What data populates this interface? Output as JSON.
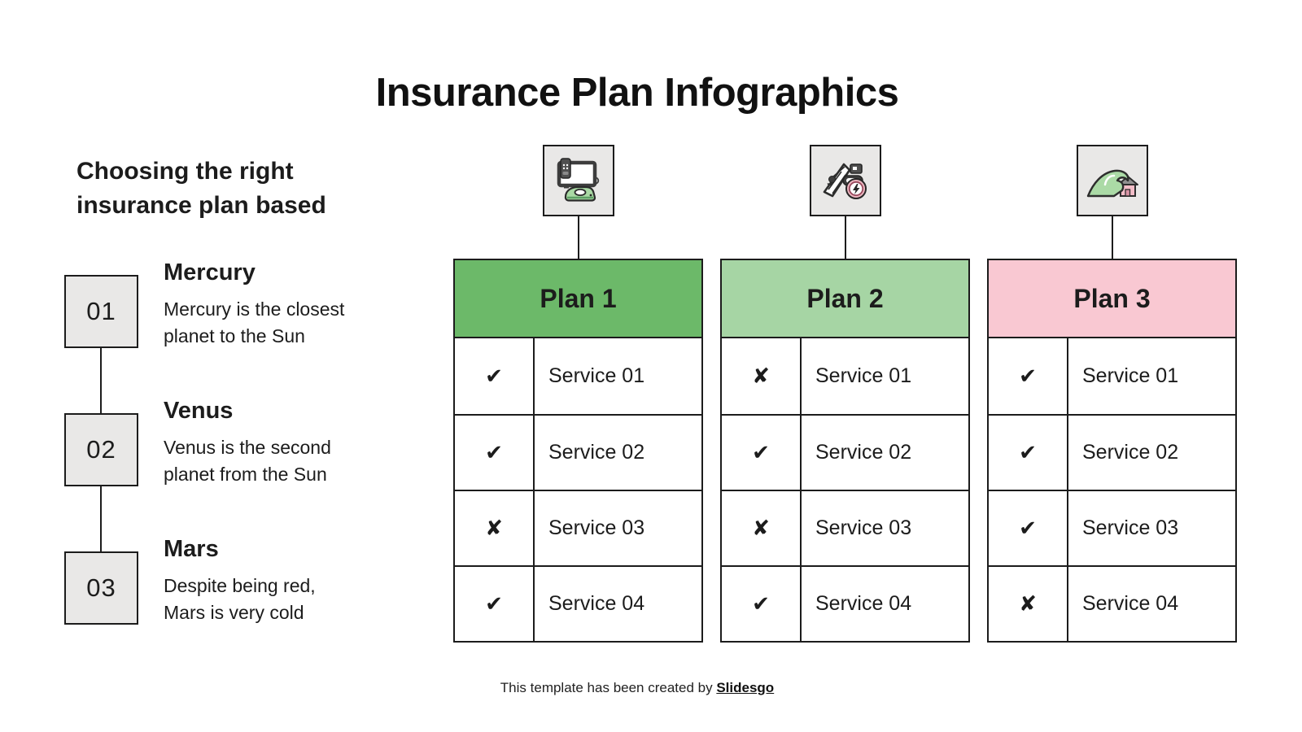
{
  "slide": {
    "title": "Insurance Plan Infographics",
    "intro": "Choosing the right\ninsurance plan based",
    "footer_text": "This template has been created by ",
    "footer_brand": "Slidesgo"
  },
  "timeline": {
    "items": [
      {
        "number": "01",
        "title": "Mercury",
        "description": "Mercury is the closest\nplanet to the Sun"
      },
      {
        "number": "02",
        "title": "Venus",
        "description": "Venus is the second\nplanet from the Sun"
      },
      {
        "number": "03",
        "title": "Mars",
        "description": "Despite being red,\nMars is very cold"
      }
    ]
  },
  "plans": [
    {
      "name": "Plan 1",
      "icon": "home-appliances-icon",
      "header_color": "#6cb969",
      "services": [
        {
          "label": "Service 01",
          "included": true,
          "mark": "✔"
        },
        {
          "label": "Service 02",
          "included": true,
          "mark": "✔"
        },
        {
          "label": "Service 03",
          "included": false,
          "mark": "✘"
        },
        {
          "label": "Service 04",
          "included": true,
          "mark": "✔"
        }
      ]
    },
    {
      "name": "Plan 2",
      "icon": "crane-power-gauge-icon",
      "header_color": "#a6d5a4",
      "services": [
        {
          "label": "Service 01",
          "included": false,
          "mark": "✘"
        },
        {
          "label": "Service 02",
          "included": true,
          "mark": "✔"
        },
        {
          "label": "Service 03",
          "included": false,
          "mark": "✘"
        },
        {
          "label": "Service 04",
          "included": true,
          "mark": "✔"
        }
      ]
    },
    {
      "name": "Plan 3",
      "icon": "flood-wave-house-icon",
      "header_color": "#f9c8d2",
      "services": [
        {
          "label": "Service 01",
          "included": true,
          "mark": "✔"
        },
        {
          "label": "Service 02",
          "included": true,
          "mark": "✔"
        },
        {
          "label": "Service 03",
          "included": true,
          "mark": "✔"
        },
        {
          "label": "Service 04",
          "included": false,
          "mark": "✘"
        }
      ]
    }
  ],
  "colors": {
    "background": "#ffffff",
    "text": "#1c1c1c",
    "border": "#1c1c1c",
    "box_fill": "#e9e8e7",
    "plan1_header": "#6cb969",
    "plan2_header": "#a6d5a4",
    "plan3_header": "#f9c8d2",
    "icon_green": "#a9d9a4",
    "icon_pink": "#f3bdc8"
  }
}
